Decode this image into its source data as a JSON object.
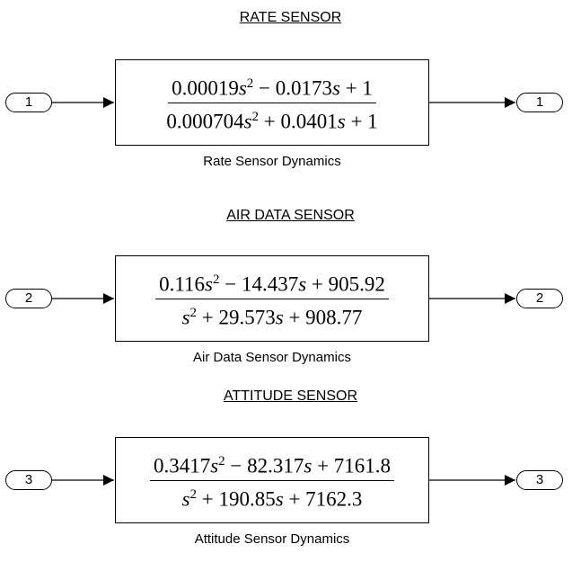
{
  "blocks": [
    {
      "title": "RATE SENSOR",
      "num": [
        [
          "0.00019",
          "s",
          "2",
          " − 0.0173",
          "s",
          "",
          " + 1"
        ]
      ],
      "den": [
        [
          "0.000704",
          "s",
          "2",
          " + 0.0401",
          "s",
          "",
          " + 1"
        ]
      ],
      "label": "Rate Sensor Dynamics",
      "in_port": "1",
      "out_port": "1"
    },
    {
      "title": "AIR DATA SENSOR",
      "num": [
        [
          "0.116",
          "s",
          "2",
          " − 14.437",
          "s",
          "",
          " + 905.92"
        ]
      ],
      "den": [
        [
          "",
          "s",
          "2",
          " + 29.573",
          "s",
          "",
          " + 908.77"
        ]
      ],
      "label": "Air Data Sensor Dynamics",
      "in_port": "2",
      "out_port": "2"
    },
    {
      "title": "ATTITUDE SENSOR",
      "num": [
        [
          "0.3417",
          "s",
          "2",
          " − 82.317",
          "s",
          "",
          " + 7161.8"
        ]
      ],
      "den": [
        [
          "",
          "s",
          "2",
          " + 190.85",
          "s",
          "",
          " + 7162.3"
        ]
      ],
      "label": "Attitude Sensor Dynamics",
      "in_port": "3",
      "out_port": "3"
    }
  ]
}
